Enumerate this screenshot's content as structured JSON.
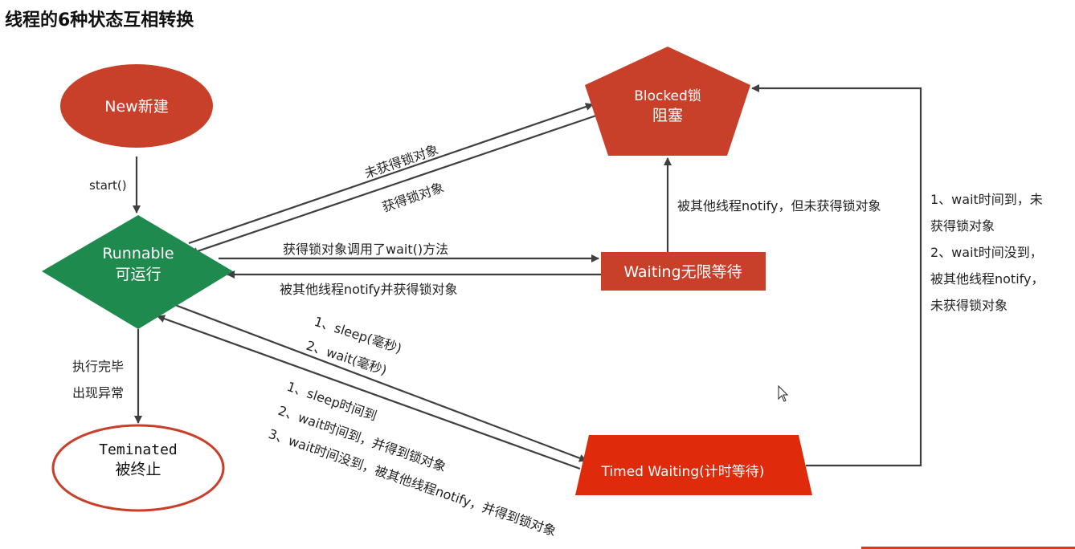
{
  "title": "线程的6种状态互相转换",
  "nodes": {
    "new": {
      "label": "New新建",
      "color": "#c9402a"
    },
    "runnable": {
      "label_1": "Runnable",
      "label_2": "可运行",
      "color": "#1e8a4e"
    },
    "blocked": {
      "label_1": "Blocked锁",
      "label_2": "阻塞",
      "color": "#c9402a"
    },
    "waiting": {
      "label": "Waiting无限等待",
      "color": "#c9402a"
    },
    "timed_waiting": {
      "label": "Timed Waiting(计时等待)",
      "color": "#e02a0c"
    },
    "terminated": {
      "label_1": "Teminated",
      "label_2": "被终止",
      "color": "#c9402a"
    }
  },
  "edges": {
    "start": "start()",
    "not_acquire_lock": "未获得锁对象",
    "acquire_lock": "获得锁对象",
    "call_wait": "获得锁对象调用了wait()方法",
    "notify_and_lock": "被其他线程notify并获得锁对象",
    "notify_no_lock": "被其他线程notify，但未获得锁对象",
    "to_timed_1": "1、sleep(毫秒)",
    "to_timed_2": "2、wait(毫秒)",
    "from_timed_1": "1、sleep时间到",
    "from_timed_2": "2、wait时间到，并得到锁对象",
    "from_timed_3": "3、wait时间没到，被其他线程notify，并得到锁对象",
    "finish_1": "执行完毕",
    "finish_2": "出现异常",
    "timed_to_blocked_1": "1、wait时间到，未",
    "timed_to_blocked_2": "获得锁对象",
    "timed_to_blocked_3": "2、wait时间没到，",
    "timed_to_blocked_4": "被其他线程notify，",
    "timed_to_blocked_5": "未获得锁对象"
  }
}
